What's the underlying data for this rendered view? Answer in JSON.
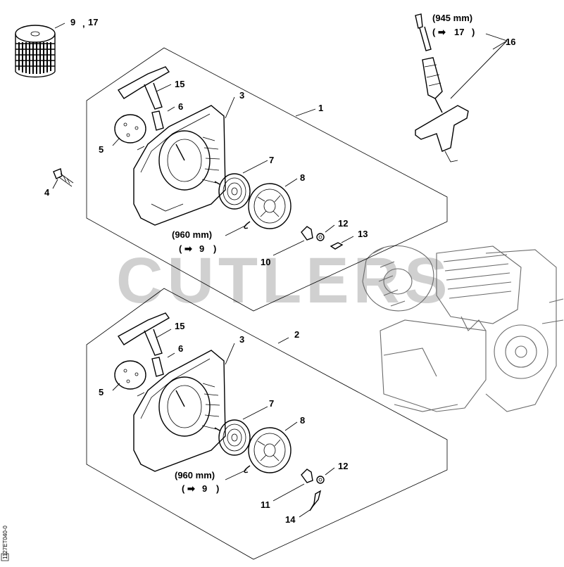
{
  "watermark": "CUTLERS",
  "doc_id": "1127ET040-0",
  "lengths": {
    "top_rope": "(960 mm)",
    "bottom_rope": "(960 mm)",
    "handle_cord": "(945 mm)"
  },
  "refs": {
    "top_rope_ref": "9",
    "bottom_rope_ref": "9",
    "handle_ref": "17"
  },
  "arrow_glyph": "➡",
  "paren_open": "(",
  "paren_close": ")",
  "comma": ",",
  "spool_labels": [
    "9",
    "17"
  ],
  "callouts_top": [
    "1",
    "3",
    "4",
    "5",
    "6",
    "7",
    "8",
    "10",
    "12",
    "13",
    "15"
  ],
  "callouts_bottom": [
    "2",
    "3",
    "5",
    "6",
    "7",
    "8",
    "11",
    "12",
    "14",
    "15"
  ],
  "callout_16": "16"
}
